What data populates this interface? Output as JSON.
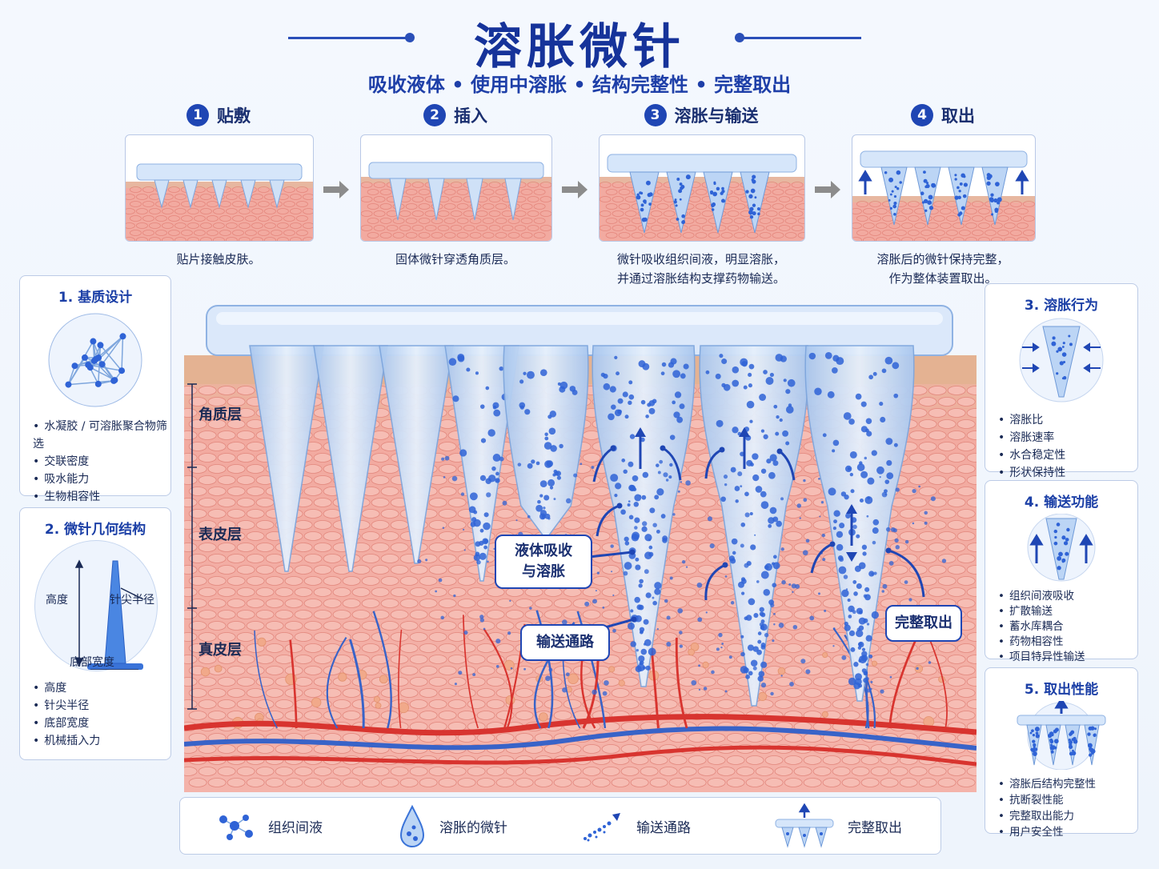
{
  "header": {
    "title": "溶胀微针",
    "subtitle": "吸收液体 • 使用中溶胀 • 结构完整性 • 完整取出"
  },
  "steps": [
    {
      "num": "1",
      "label": "贴敷",
      "caption": [
        "贴片接触皮肤。"
      ]
    },
    {
      "num": "2",
      "label": "插入",
      "caption": [
        "固体微针穿透角质层。"
      ]
    },
    {
      "num": "3",
      "label": "溶胀与输送",
      "caption": [
        "微针吸收组织间液，明显溶胀，",
        "并通过溶胀结构支撑药物输送。"
      ]
    },
    {
      "num": "4",
      "label": "取出",
      "caption": [
        "溶胀后的微针保持完整，",
        "作为整体装置取出。"
      ]
    }
  ],
  "panels": {
    "matrix": {
      "title": "1. 基质设计",
      "items": [
        "水凝胶 / 可溶胀聚合物筛选",
        "交联密度",
        "吸水能力",
        "生物相容性"
      ]
    },
    "geometry": {
      "title": "2. 微针几何结构",
      "items": [
        "高度",
        "针尖半径",
        "底部宽度",
        "机械插入力"
      ],
      "dim_height": "高度",
      "dim_tip": "针尖半径",
      "dim_base": "底部宽度"
    },
    "swelling": {
      "title": "3. 溶胀行为",
      "items": [
        "溶胀比",
        "溶胀速率",
        "水合稳定性",
        "形状保持性"
      ]
    },
    "delivery": {
      "title": "4. 输送功能",
      "items": [
        "组织间液吸收",
        "扩散输送",
        "蓄水库耦合",
        "药物相容性",
        "项目特异性输送"
      ]
    },
    "removal": {
      "title": "5. 取出性能",
      "items": [
        "溶胀后结构完整性",
        "抗断裂性能",
        "完整取出能力",
        "用户安全性"
      ]
    }
  },
  "main": {
    "layers": [
      "角质层",
      "表皮层",
      "真皮层"
    ],
    "callouts": {
      "absorb": [
        "液体吸收",
        "与溶胀"
      ],
      "channel": "输送通路",
      "removal": "完整取出"
    }
  },
  "legend": [
    {
      "icon": "interstitial-fluid-icon",
      "label": "组织间液"
    },
    {
      "icon": "swollen-needle-icon",
      "label": "溶胀的微针"
    },
    {
      "icon": "delivery-path-icon",
      "label": "输送通路"
    },
    {
      "icon": "complete-removal-icon",
      "label": "完整取出"
    }
  ],
  "colors": {
    "accent": "#1f46b4",
    "skin": "#f0a9a0",
    "needle": "#cfe1f7",
    "fluid": "#2f63d6"
  }
}
